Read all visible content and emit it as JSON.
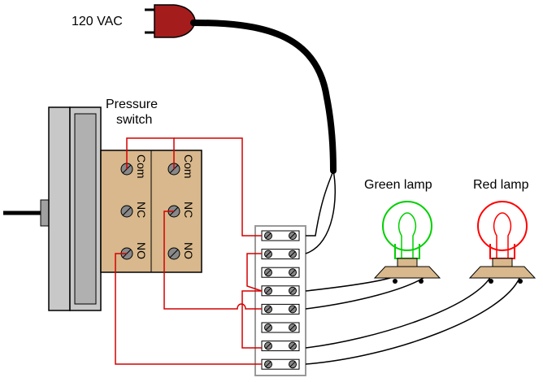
{
  "labels": {
    "power": "120 VAC",
    "switch_line1": "Pressure",
    "switch_line2": "switch",
    "green_lamp": "Green lamp",
    "red_lamp": "Red lamp"
  },
  "switch_terminals": {
    "left": [
      "Com",
      "NC",
      "NO"
    ],
    "right": [
      "Com",
      "NC",
      "NO"
    ]
  },
  "terminal_block_positions": 8,
  "colors": {
    "red_wire": "#d40000",
    "black_wire": "#000000",
    "plug": "#a51c1c",
    "switch_body": "#d8b88c",
    "green_lamp": "#00d000",
    "red_lamp": "#ff0000",
    "lamp_base": "#d8b88c",
    "terminal_block_outline": "#999999",
    "diaphragm": "#c8c8c8"
  }
}
